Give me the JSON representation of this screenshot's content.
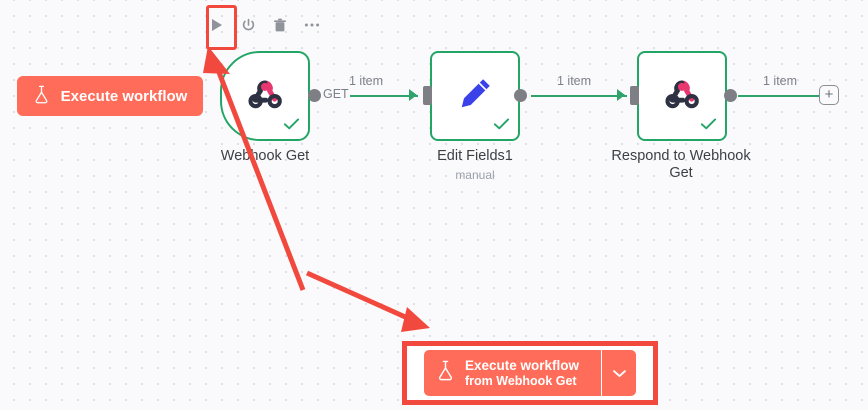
{
  "app": {
    "name": "n8n-workflow-canvas"
  },
  "node_toolbar": {
    "buttons": [
      {
        "name": "execute-node-button",
        "icon": "play-icon",
        "label": ""
      },
      {
        "name": "deactivate-node-button",
        "icon": "power-icon",
        "label": ""
      },
      {
        "name": "delete-node-button",
        "icon": "trash-icon",
        "label": ""
      },
      {
        "name": "node-options-button",
        "icon": "ellipsis-icon",
        "label": ""
      }
    ]
  },
  "execute_pill": {
    "label": "Execute workflow",
    "icon": "flask-icon",
    "color": "#ff6d5a"
  },
  "execute_from_button": {
    "title": "Execute workflow",
    "subtitle": "from Webhook Get",
    "icon": "flask-icon",
    "caret": "chevron-down-icon",
    "color": "#ff6d5a",
    "highlight_color": "#f2493f"
  },
  "nodes": [
    {
      "id": "webhook-get",
      "label": "Webhook Get",
      "sublabel": "",
      "icon": "webhook-icon",
      "status": "success",
      "status_icon": "check-icon",
      "border_color": "#23a566"
    },
    {
      "id": "edit-fields",
      "label": "Edit Fields1",
      "sublabel": "manual",
      "icon": "pencil-icon",
      "status": "success",
      "status_icon": "check-icon",
      "border_color": "#23a566"
    },
    {
      "id": "respond-to-webhook",
      "label": "Respond to Webhook\nGet",
      "sublabel": "",
      "icon": "webhook-icon",
      "status": "success",
      "status_icon": "check-icon",
      "border_color": "#23a566"
    }
  ],
  "connections": [
    {
      "id": "conn-1",
      "method": "GET",
      "items_label": "1 item"
    },
    {
      "id": "conn-2",
      "method": "",
      "items_label": "1 item"
    },
    {
      "id": "conn-3",
      "method": "",
      "items_label": "1 item"
    }
  ],
  "add_node_button": {
    "label": "+",
    "icon": "plus-icon"
  },
  "annotations": {
    "highlight_color": "#f2493f",
    "arrows": [
      {
        "name": "arrow-to-play-button"
      },
      {
        "name": "arrow-to-execute-from-button"
      }
    ]
  }
}
